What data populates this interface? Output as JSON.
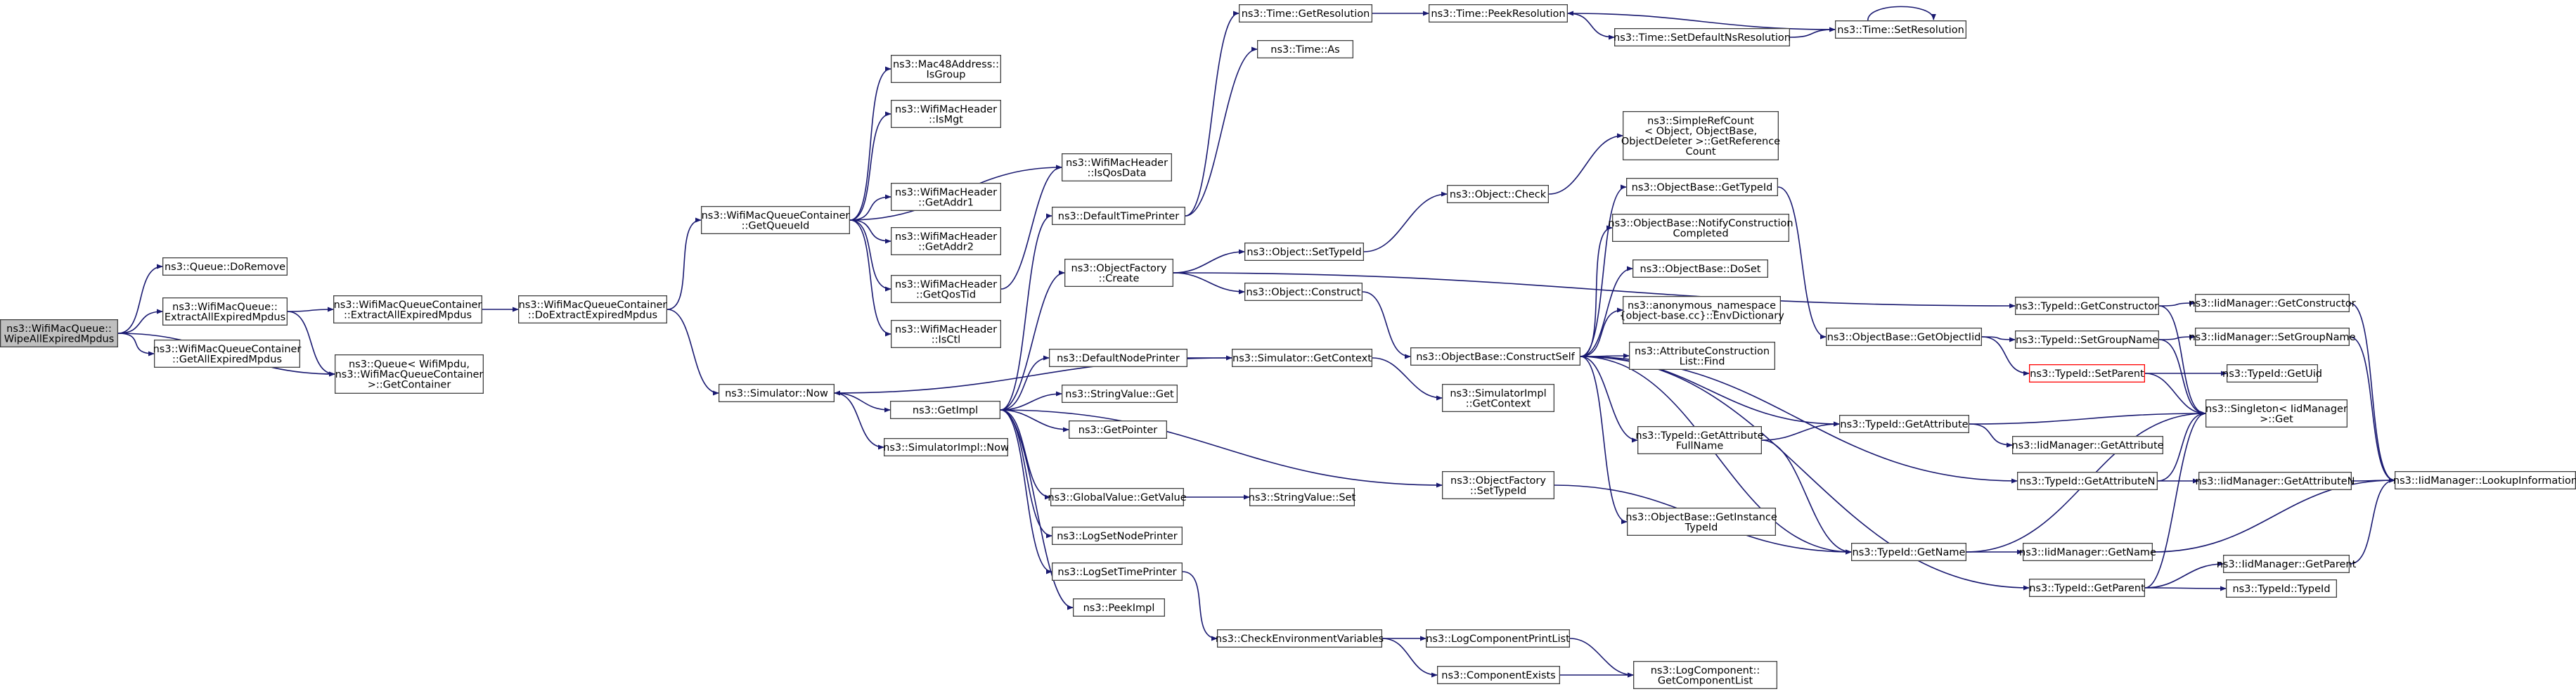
{
  "colors": {
    "edge": "#191970",
    "node_border": "#404040",
    "root_fill": "#bfbfbf",
    "highlight_border": "#ff0000",
    "background": "#ffffff"
  },
  "nodes": [
    {
      "id": "root",
      "lines": [
        "ns3::WifiMacQueue::",
        "WipeAllExpiredMpdus"
      ],
      "kind": "root"
    },
    {
      "id": "queueDoRemove",
      "lines": [
        "ns3::Queue::DoRemove"
      ]
    },
    {
      "id": "extractAllExpired",
      "lines": [
        "ns3::WifiMacQueue::",
        "ExtractAllExpiredMpdus"
      ]
    },
    {
      "id": "getAllExpired",
      "lines": [
        "ns3::WifiMacQueueContainer",
        "::GetAllExpiredMpdus"
      ]
    },
    {
      "id": "getContainer",
      "lines": [
        "ns3::Queue< WifiMpdu,",
        "ns3::WifiMacQueueContainer",
        ">::GetContainer"
      ]
    },
    {
      "id": "contExtractAllExpired",
      "lines": [
        "ns3::WifiMacQueueContainer",
        "::ExtractAllExpiredMpdus"
      ]
    },
    {
      "id": "doExtractExpired",
      "lines": [
        "ns3::WifiMacQueueContainer",
        "::DoExtractExpiredMpdus"
      ]
    },
    {
      "id": "getQueueId",
      "lines": [
        "ns3::WifiMacQueueContainer",
        "::GetQueueId"
      ]
    },
    {
      "id": "isGroup",
      "lines": [
        "ns3::Mac48Address::",
        "IsGroup"
      ]
    },
    {
      "id": "isMgt",
      "lines": [
        "ns3::WifiMacHeader",
        "::IsMgt"
      ]
    },
    {
      "id": "isQosData",
      "lines": [
        "ns3::WifiMacHeader",
        "::IsQosData"
      ]
    },
    {
      "id": "getAddr1",
      "lines": [
        "ns3::WifiMacHeader",
        "::GetAddr1"
      ]
    },
    {
      "id": "getAddr2",
      "lines": [
        "ns3::WifiMacHeader",
        "::GetAddr2"
      ]
    },
    {
      "id": "getQosTid",
      "lines": [
        "ns3::WifiMacHeader",
        "::GetQosTid"
      ]
    },
    {
      "id": "isCtl",
      "lines": [
        "ns3::WifiMacHeader",
        "::IsCtl"
      ]
    },
    {
      "id": "simNow",
      "lines": [
        "ns3::Simulator::Now"
      ]
    },
    {
      "id": "getImpl",
      "lines": [
        "ns3::GetImpl"
      ]
    },
    {
      "id": "simImplNow",
      "lines": [
        "ns3::SimulatorImpl::Now"
      ]
    },
    {
      "id": "timeGetRes",
      "lines": [
        "ns3::Time::GetResolution"
      ]
    },
    {
      "id": "timeAs",
      "lines": [
        "ns3::Time::As"
      ]
    },
    {
      "id": "timePeekRes",
      "lines": [
        "ns3::Time::PeekResolution"
      ]
    },
    {
      "id": "timeSetDefaultNs",
      "lines": [
        "ns3::Time::SetDefaultNsResolution"
      ]
    },
    {
      "id": "timeSetRes",
      "lines": [
        "ns3::Time::SetResolution"
      ]
    },
    {
      "id": "defaultTimePrinter",
      "lines": [
        "ns3::DefaultTimePrinter"
      ]
    },
    {
      "id": "objFactoryCreate",
      "lines": [
        "ns3::ObjectFactory",
        "::Create"
      ]
    },
    {
      "id": "defaultNodePrinter",
      "lines": [
        "ns3::DefaultNodePrinter"
      ]
    },
    {
      "id": "stringValueGet",
      "lines": [
        "ns3::StringValue::Get"
      ]
    },
    {
      "id": "getPointer",
      "lines": [
        "ns3::GetPointer"
      ]
    },
    {
      "id": "globalValueGetValue",
      "lines": [
        "ns3::GlobalValue::GetValue"
      ]
    },
    {
      "id": "logSetNodePrinter",
      "lines": [
        "ns3::LogSetNodePrinter"
      ]
    },
    {
      "id": "logSetTimePrinter",
      "lines": [
        "ns3::LogSetTimePrinter"
      ]
    },
    {
      "id": "peekImpl",
      "lines": [
        "ns3::PeekImpl"
      ]
    },
    {
      "id": "simGetContext",
      "lines": [
        "ns3::Simulator::GetContext"
      ]
    },
    {
      "id": "stringValueSet",
      "lines": [
        "ns3::StringValue::Set"
      ]
    },
    {
      "id": "checkEnvVars",
      "lines": [
        "ns3::CheckEnvironmentVariables"
      ]
    },
    {
      "id": "logComponentPrintList",
      "lines": [
        "ns3::LogComponentPrintList"
      ]
    },
    {
      "id": "componentExists",
      "lines": [
        "ns3::ComponentExists"
      ]
    },
    {
      "id": "getComponentList",
      "lines": [
        "ns3::LogComponent::",
        "GetComponentList"
      ]
    },
    {
      "id": "objectSetTypeId",
      "lines": [
        "ns3::Object::SetTypeId"
      ]
    },
    {
      "id": "objectConstruct",
      "lines": [
        "ns3::Object::Construct"
      ]
    },
    {
      "id": "objectCheck",
      "lines": [
        "ns3::Object::Check"
      ]
    },
    {
      "id": "simImplGetContext",
      "lines": [
        "ns3::SimulatorImpl",
        "::GetContext"
      ]
    },
    {
      "id": "objFactorySetTypeId",
      "lines": [
        "ns3::ObjectFactory",
        "::SetTypeId"
      ]
    },
    {
      "id": "constructSelf",
      "lines": [
        "ns3::ObjectBase::ConstructSelf"
      ]
    },
    {
      "id": "getRefCount",
      "lines": [
        "ns3::SimpleRefCount",
        "< Object, ObjectBase,",
        "ObjectDeleter >::GetReference",
        "Count"
      ]
    },
    {
      "id": "obGetTypeId",
      "lines": [
        "ns3::ObjectBase::GetTypeId"
      ]
    },
    {
      "id": "obNotifyConstruction",
      "lines": [
        "ns3::ObjectBase::NotifyConstruction",
        "Completed"
      ]
    },
    {
      "id": "obDoSet",
      "lines": [
        "ns3::ObjectBase::DoSet"
      ]
    },
    {
      "id": "envDictionary",
      "lines": [
        "ns3::anonymous_namespace",
        "{object-base.cc}::EnvDictionary"
      ]
    },
    {
      "id": "attrConstructionFind",
      "lines": [
        "ns3::AttributeConstruction",
        "List::Find"
      ]
    },
    {
      "id": "tidGetAttrFullName",
      "lines": [
        "ns3::TypeId::GetAttribute",
        "FullName"
      ]
    },
    {
      "id": "obGetInstanceTypeId",
      "lines": [
        "ns3::ObjectBase::GetInstance",
        "TypeId"
      ]
    },
    {
      "id": "obGetObjectIid",
      "lines": [
        "ns3::ObjectBase::GetObjectIid"
      ]
    },
    {
      "id": "tidGetConstructor",
      "lines": [
        "ns3::TypeId::GetConstructor"
      ]
    },
    {
      "id": "tidSetGroupName",
      "lines": [
        "ns3::TypeId::SetGroupName"
      ]
    },
    {
      "id": "tidSetParent",
      "lines": [
        "ns3::TypeId::SetParent"
      ],
      "kind": "highlight"
    },
    {
      "id": "tidGetAttribute",
      "lines": [
        "ns3::TypeId::GetAttribute"
      ]
    },
    {
      "id": "tidGetAttributeN",
      "lines": [
        "ns3::TypeId::GetAttributeN"
      ]
    },
    {
      "id": "tidGetName",
      "lines": [
        "ns3::TypeId::GetName"
      ]
    },
    {
      "id": "tidGetParent",
      "lines": [
        "ns3::TypeId::GetParent"
      ]
    },
    {
      "id": "iidGetConstructor",
      "lines": [
        "ns3::IidManager::GetConstructor"
      ]
    },
    {
      "id": "iidSetGroupName",
      "lines": [
        "ns3::IidManager::SetGroupName"
      ]
    },
    {
      "id": "tidGetUid",
      "lines": [
        "ns3::TypeId::GetUid"
      ]
    },
    {
      "id": "singletonGet",
      "lines": [
        "ns3::Singleton< IidManager",
        ">::Get"
      ]
    },
    {
      "id": "iidGetAttribute",
      "lines": [
        "ns3::IidManager::GetAttribute"
      ]
    },
    {
      "id": "iidGetAttributeN",
      "lines": [
        "ns3::IidManager::GetAttributeN"
      ]
    },
    {
      "id": "iidGetName",
      "lines": [
        "ns3::IidManager::GetName"
      ]
    },
    {
      "id": "iidGetParent",
      "lines": [
        "ns3::IidManager::GetParent"
      ]
    },
    {
      "id": "tidTypeId",
      "lines": [
        "ns3::TypeId::TypeId"
      ]
    },
    {
      "id": "iidLookupInformation",
      "lines": [
        "ns3::IidManager::LookupInformation"
      ]
    }
  ],
  "edges": [
    [
      "root",
      "queueDoRemove"
    ],
    [
      "root",
      "extractAllExpired"
    ],
    [
      "root",
      "getAllExpired"
    ],
    [
      "root",
      "getContainer"
    ],
    [
      "extractAllExpired",
      "getContainer"
    ],
    [
      "extractAllExpired",
      "contExtractAllExpired"
    ],
    [
      "contExtractAllExpired",
      "doExtractExpired"
    ],
    [
      "doExtractExpired",
      "getQueueId"
    ],
    [
      "doExtractExpired",
      "simNow"
    ],
    [
      "getQueueId",
      "isGroup"
    ],
    [
      "getQueueId",
      "isMgt"
    ],
    [
      "getQueueId",
      "isQosData"
    ],
    [
      "getQueueId",
      "getAddr1"
    ],
    [
      "getQueueId",
      "getAddr2"
    ],
    [
      "getQueueId",
      "getQosTid"
    ],
    [
      "getQueueId",
      "isCtl"
    ],
    [
      "getQosTid",
      "isQosData"
    ],
    [
      "simNow",
      "getImpl"
    ],
    [
      "simNow",
      "simImplNow"
    ],
    [
      "getImpl",
      "defaultTimePrinter"
    ],
    [
      "getImpl",
      "objFactoryCreate"
    ],
    [
      "getImpl",
      "defaultNodePrinter"
    ],
    [
      "getImpl",
      "stringValueGet"
    ],
    [
      "getImpl",
      "getPointer"
    ],
    [
      "getImpl",
      "globalValueGetValue"
    ],
    [
      "getImpl",
      "logSetNodePrinter"
    ],
    [
      "getImpl",
      "logSetTimePrinter"
    ],
    [
      "getImpl",
      "peekImpl"
    ],
    [
      "getImpl",
      "objFactorySetTypeId"
    ],
    [
      "defaultTimePrinter",
      "timeGetRes"
    ],
    [
      "defaultTimePrinter",
      "timeAs"
    ],
    [
      "timeGetRes",
      "timePeekRes"
    ],
    [
      "timePeekRes",
      "timeSetDefaultNs"
    ],
    [
      "timeSetDefaultNs",
      "timeSetRes"
    ],
    [
      "timeSetRes",
      "timePeekRes"
    ],
    [
      "timeSetRes",
      "timeSetRes"
    ],
    [
      "objFactoryCreate",
      "objectSetTypeId"
    ],
    [
      "objFactoryCreate",
      "objectConstruct"
    ],
    [
      "objFactoryCreate",
      "tidGetConstructor"
    ],
    [
      "defaultNodePrinter",
      "simGetContext"
    ],
    [
      "simGetContext",
      "simNow"
    ],
    [
      "simGetContext",
      "simImplGetContext"
    ],
    [
      "globalValueGetValue",
      "stringValueSet"
    ],
    [
      "logSetTimePrinter",
      "checkEnvVars"
    ],
    [
      "checkEnvVars",
      "logComponentPrintList"
    ],
    [
      "checkEnvVars",
      "componentExists"
    ],
    [
      "logComponentPrintList",
      "getComponentList"
    ],
    [
      "componentExists",
      "getComponentList"
    ],
    [
      "objectSetTypeId",
      "objectCheck"
    ],
    [
      "objectCheck",
      "getRefCount"
    ],
    [
      "objectConstruct",
      "constructSelf"
    ],
    [
      "constructSelf",
      "obGetTypeId"
    ],
    [
      "constructSelf",
      "obNotifyConstruction"
    ],
    [
      "constructSelf",
      "obDoSet"
    ],
    [
      "constructSelf",
      "envDictionary"
    ],
    [
      "constructSelf",
      "attrConstructionFind"
    ],
    [
      "constructSelf",
      "tidGetAttrFullName"
    ],
    [
      "constructSelf",
      "obGetInstanceTypeId"
    ],
    [
      "constructSelf",
      "tidGetAttribute"
    ],
    [
      "constructSelf",
      "tidGetAttributeN"
    ],
    [
      "constructSelf",
      "tidGetName"
    ],
    [
      "constructSelf",
      "tidGetParent"
    ],
    [
      "obGetTypeId",
      "obGetObjectIid"
    ],
    [
      "obGetObjectIid",
      "tidSetGroupName"
    ],
    [
      "obGetObjectIid",
      "tidSetParent"
    ],
    [
      "objFactorySetTypeId",
      "tidGetName"
    ],
    [
      "tidGetAttrFullName",
      "tidGetAttribute"
    ],
    [
      "tidGetAttrFullName",
      "tidGetName"
    ],
    [
      "tidGetConstructor",
      "iidGetConstructor"
    ],
    [
      "tidGetConstructor",
      "singletonGet"
    ],
    [
      "tidSetGroupName",
      "iidSetGroupName"
    ],
    [
      "tidSetGroupName",
      "singletonGet"
    ],
    [
      "tidSetParent",
      "tidGetUid"
    ],
    [
      "tidSetParent",
      "singletonGet"
    ],
    [
      "tidGetAttribute",
      "iidGetAttribute"
    ],
    [
      "tidGetAttribute",
      "singletonGet"
    ],
    [
      "tidGetAttributeN",
      "iidGetAttributeN"
    ],
    [
      "tidGetAttributeN",
      "singletonGet"
    ],
    [
      "tidGetName",
      "iidGetName"
    ],
    [
      "tidGetName",
      "singletonGet"
    ],
    [
      "tidGetParent",
      "iidGetParent"
    ],
    [
      "tidGetParent",
      "tidTypeId"
    ],
    [
      "tidGetParent",
      "singletonGet"
    ],
    [
      "iidGetConstructor",
      "iidLookupInformation"
    ],
    [
      "iidSetGroupName",
      "iidLookupInformation"
    ],
    [
      "iidGetAttributeN",
      "iidLookupInformation"
    ],
    [
      "iidGetName",
      "iidLookupInformation"
    ],
    [
      "iidGetParent",
      "iidLookupInformation"
    ]
  ]
}
